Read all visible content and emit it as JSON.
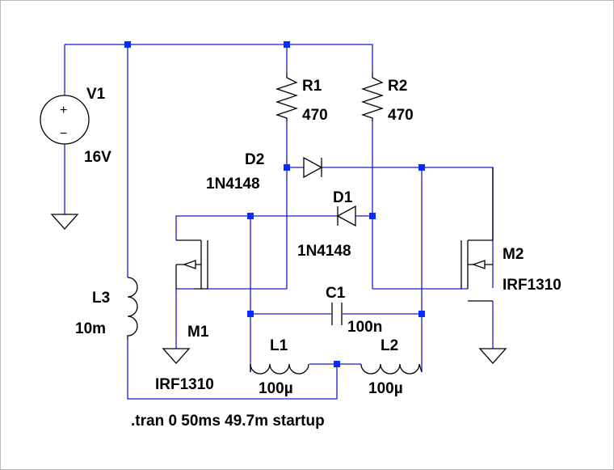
{
  "schematic": {
    "components": {
      "v1": {
        "ref": "V1",
        "value": "16V"
      },
      "r1": {
        "ref": "R1",
        "value": "470"
      },
      "r2": {
        "ref": "R2",
        "value": "470"
      },
      "d1": {
        "ref": "D1",
        "value": "1N4148"
      },
      "d2": {
        "ref": "D2",
        "value": "1N4148"
      },
      "m1": {
        "ref": "M1",
        "value": "IRF1310"
      },
      "m2": {
        "ref": "M2",
        "value": "IRF1310"
      },
      "c1": {
        "ref": "C1",
        "value": "100n"
      },
      "l1": {
        "ref": "L1",
        "value": "100µ"
      },
      "l2": {
        "ref": "L2",
        "value": "100µ"
      },
      "l3": {
        "ref": "L3",
        "value": "10m"
      }
    },
    "directive": ".tran 0 50ms 49.7m startup",
    "symbols": {
      "plus": "+",
      "minus": "−"
    },
    "colors": {
      "wire": "#1a1ad6",
      "junction": "#0a2bff",
      "component": "#000000",
      "background": "#ffffff"
    }
  }
}
